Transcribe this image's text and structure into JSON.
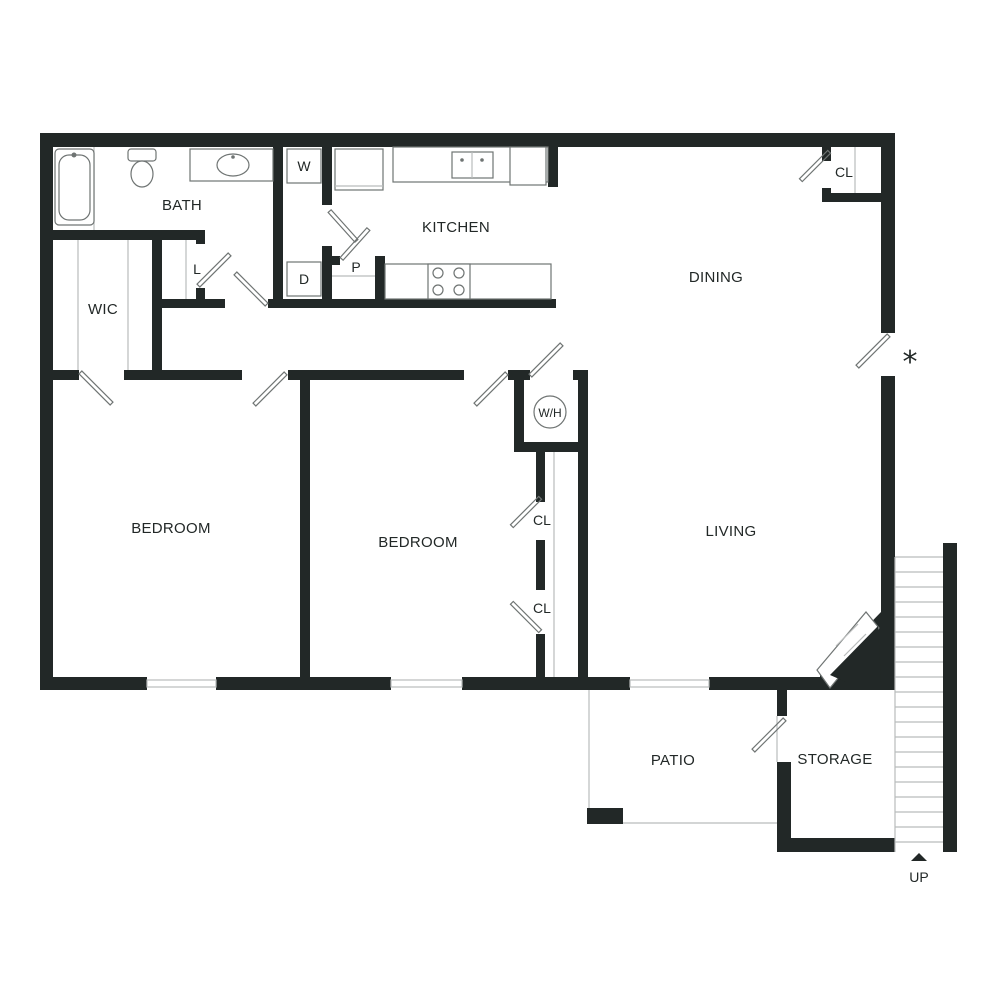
{
  "rooms": {
    "bath": "BATH",
    "kitchen": "KITCHEN",
    "dining": "DINING",
    "wic": "WIC",
    "bedroom_1": "BEDROOM",
    "bedroom_2": "BEDROOM",
    "living": "LIVING",
    "patio": "PATIO",
    "storage": "STORAGE"
  },
  "fixtures": {
    "washer": "W",
    "dryer": "D",
    "pantry": "P",
    "linen": "L",
    "water_heater": "W/H",
    "closet_dining": "CL",
    "closet_bedroom_upper": "CL",
    "closet_bedroom_lower": "CL"
  },
  "annotations": {
    "entry_marker": "*",
    "stairs_direction": "UP"
  },
  "colors": {
    "wall": "#222827",
    "thin_line": "#b9bcbc",
    "fixture_line": "#6f7473"
  }
}
